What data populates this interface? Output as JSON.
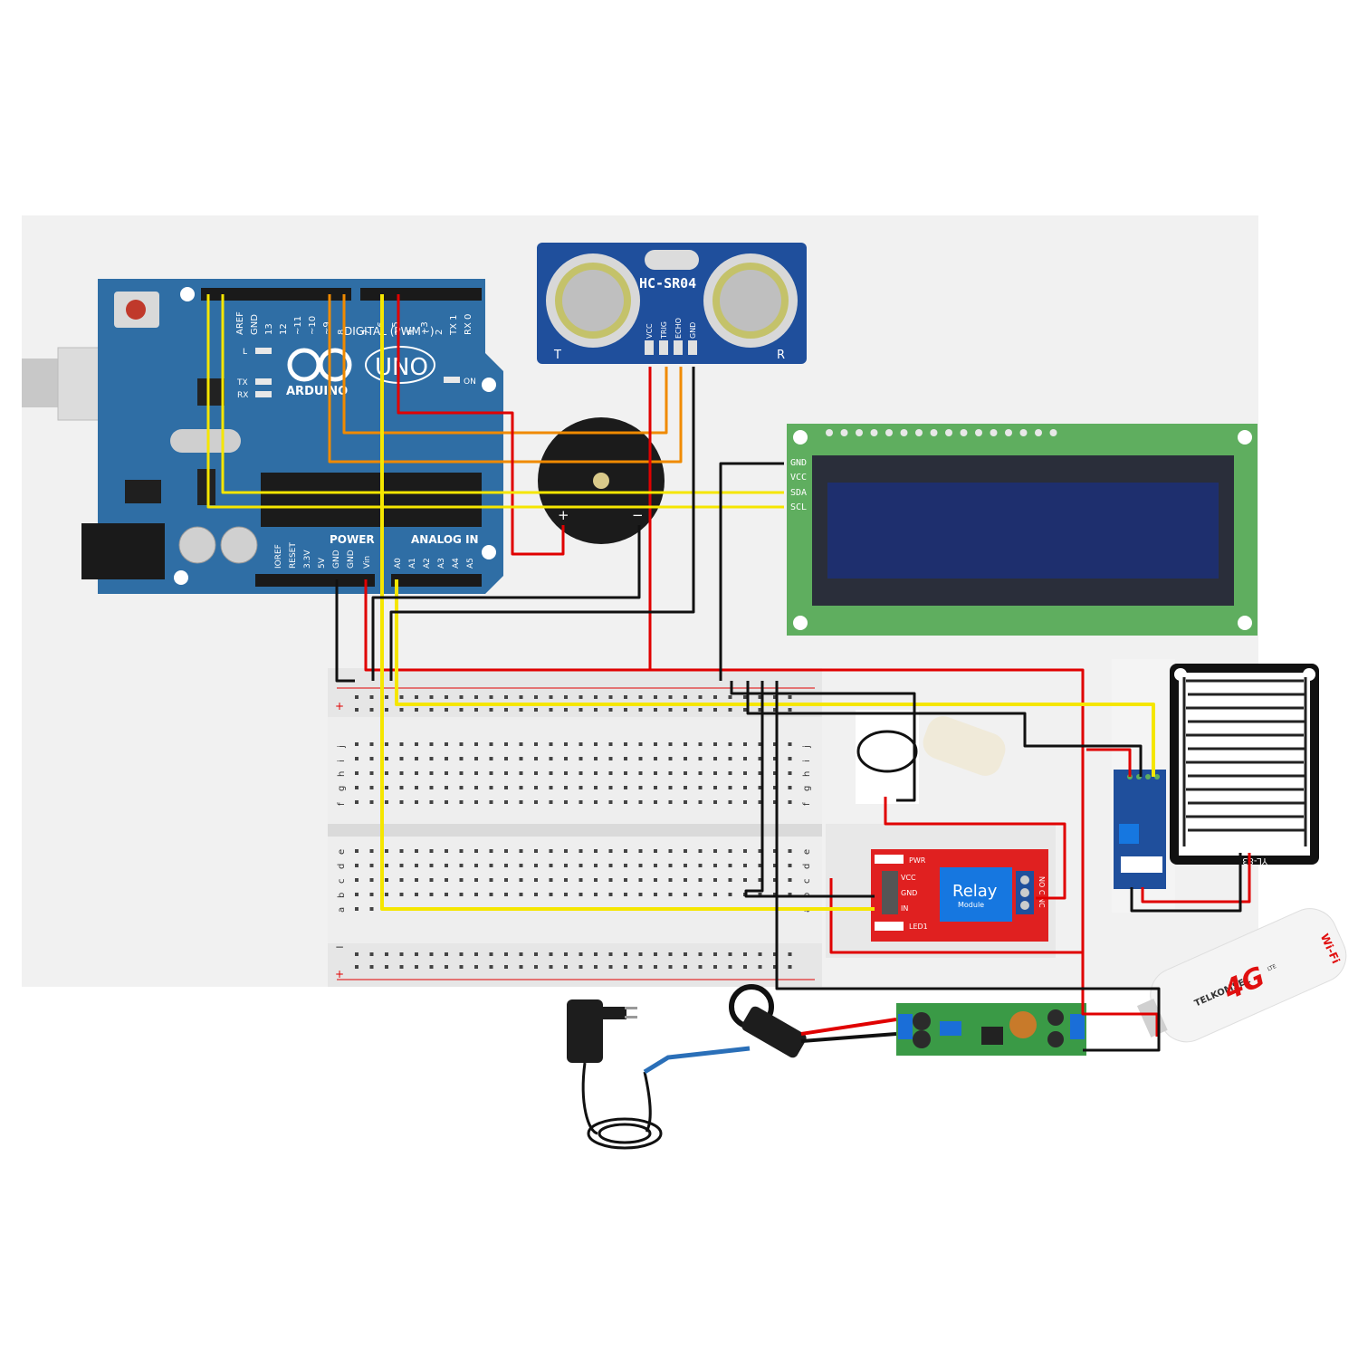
{
  "arduino": {
    "brand": "ARDUINO",
    "model": "UNO",
    "digital_label": "DIGITAL (PWM~)",
    "power_label": "POWER",
    "analog_label": "ANALOG IN",
    "on_label": "ON",
    "l_label": "L",
    "tx_label": "TX",
    "rx_label": "RX",
    "top_pins": [
      "AREF",
      "GND",
      "13",
      "12",
      "~11",
      "~10",
      "~9",
      "8",
      "7",
      "~6",
      "~5",
      "4",
      "~3",
      "2",
      "TX 1",
      "RX 0"
    ],
    "bottom_pins": [
      "IOREF",
      "RESET",
      "3.3V",
      "5V",
      "GND",
      "GND",
      "Vin",
      "A0",
      "A1",
      "A2",
      "A3",
      "A4",
      "A5"
    ]
  },
  "ultrasonic": {
    "name": "HC-SR04",
    "pins": [
      "VCC",
      "TRIG",
      "ECHO",
      "GND"
    ],
    "t_label": "T",
    "r_label": "R"
  },
  "buzzer": {
    "plus": "+",
    "minus": "−"
  },
  "lcd": {
    "pins": [
      "GND",
      "VCC",
      "SDA",
      "SCL"
    ]
  },
  "breadboard": {
    "plus": "+",
    "minus": "−",
    "rows_top": [
      "j",
      "i",
      "h",
      "g",
      "f"
    ],
    "rows_bottom": [
      "e",
      "d",
      "c",
      "b",
      "a"
    ]
  },
  "relay": {
    "title": "Relay",
    "subtitle": "Module",
    "pwr": "PWR",
    "led": "LED1",
    "pins": [
      "VCC",
      "GND",
      "IN"
    ],
    "terminals": "NO C NC"
  },
  "rain_sensor": {
    "name": "YL-83"
  },
  "modem": {
    "brand": "TELKOMSEL",
    "network": "4G",
    "lte": "LTE",
    "wifi": "Wi-Fi"
  },
  "colors": {
    "board_blue": "#2f6ea5",
    "lcd_green": "#5fae5f",
    "relay_red": "#e02020",
    "wire_red": "#e00000",
    "wire_yellow": "#f5e600",
    "wire_orange": "#f08a00",
    "wire_black": "#111111"
  }
}
